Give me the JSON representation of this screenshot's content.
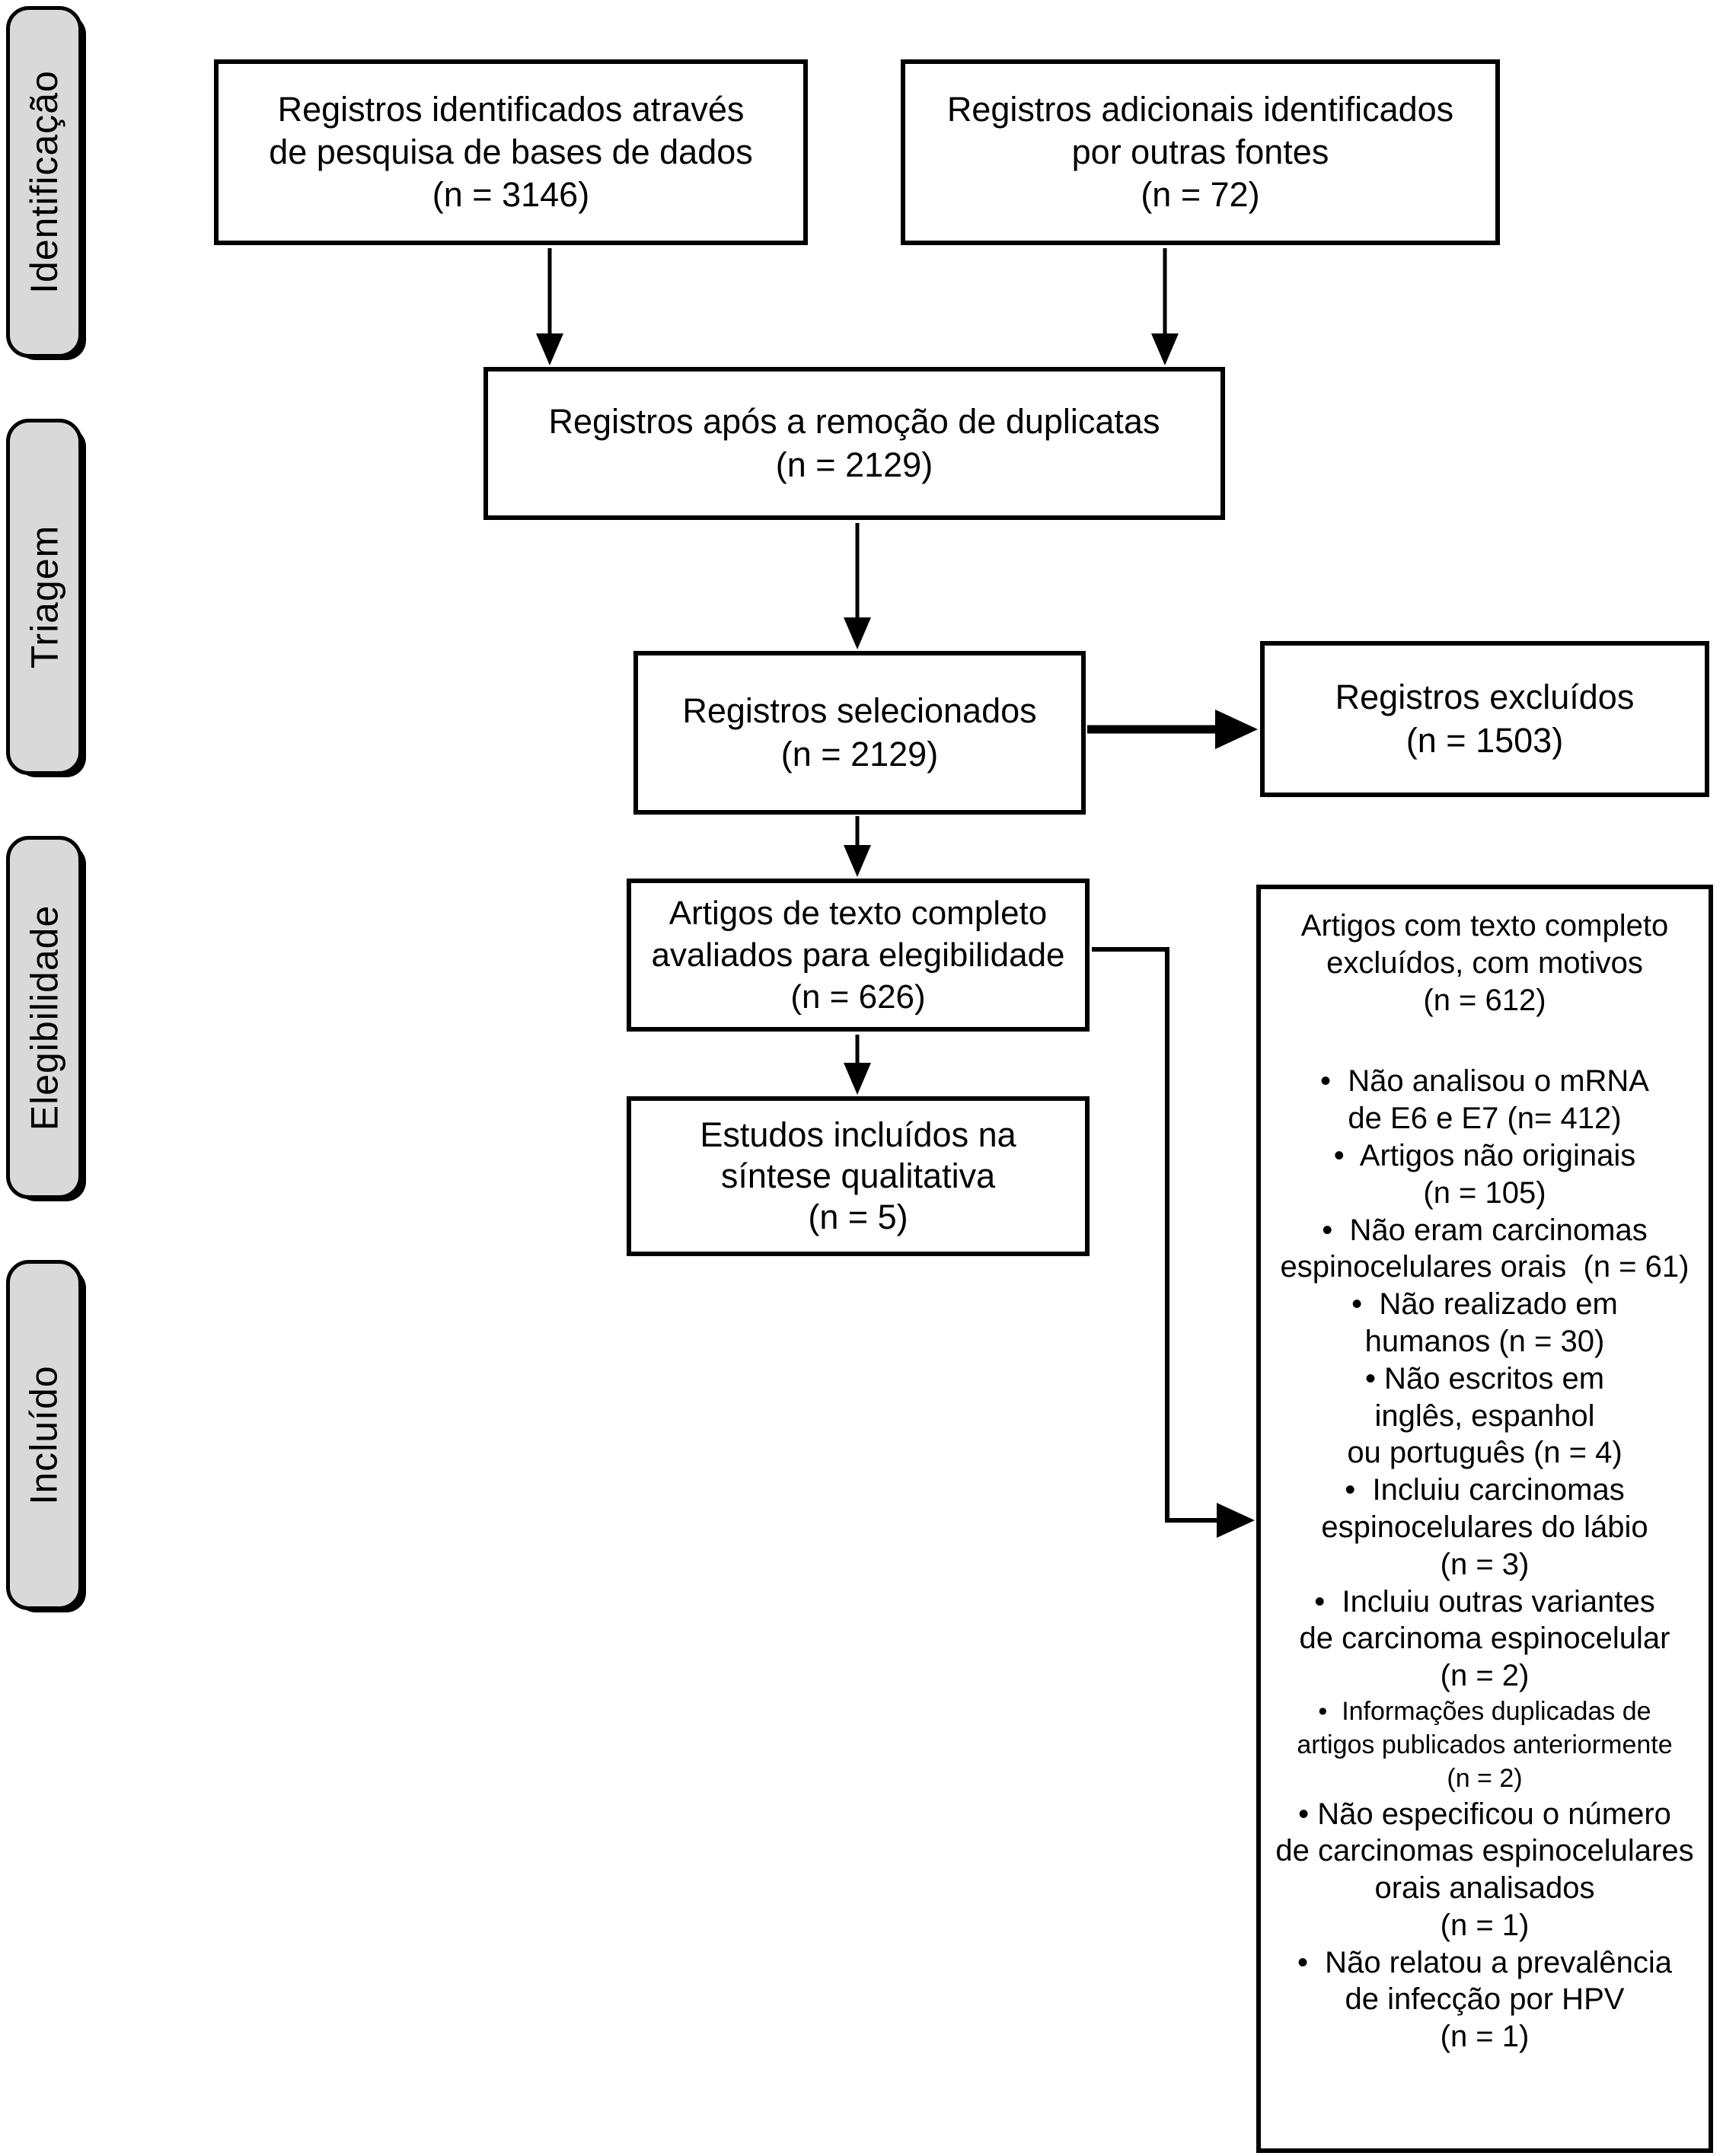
{
  "sidebar": {
    "items": [
      {
        "label": "Identificação"
      },
      {
        "label": "Triagem"
      },
      {
        "label": "Elegibilidade"
      },
      {
        "label": "Incluído"
      }
    ]
  },
  "boxes": {
    "identified": {
      "text": "Registros identificados através\nde pesquisa de bases de dados\n(n = 3146)"
    },
    "additional": {
      "text": "Registros adicionais identificados\npor outras fontes\n(n = 72)"
    },
    "deduplicated": {
      "text": "Registros após a remoção de duplicatas\n(n = 2129)"
    },
    "screened": {
      "text": "Registros selecionados\n(n = 2129)"
    },
    "excluded": {
      "text": "Registros excluídos\n(n = 1503)"
    },
    "fulltext": {
      "text": "Artigos de texto completo\navaliados para elegibilidade\n(n = 626)"
    },
    "included": {
      "text": "Estudos incluídos na\nsíntese qualitativa\n(n = 5)"
    }
  },
  "exclusion_box": {
    "title": "Artigos com texto completo\nexcluídos, com motivos\n(n = 612)",
    "reasons": [
      {
        "text": "•  Não analisou o mRNA\nde E6 e E7 (n= 412)"
      },
      {
        "text": "•  Artigos não originais\n(n = 105)"
      },
      {
        "text": "•  Não eram carcinomas\nespinocelulares orais  (n = 61)"
      },
      {
        "text": "•  Não realizado em\nhumanos (n = 30)"
      },
      {
        "text": "• Não escritos em\ninglês, espanhol\nou português (n = 4)"
      },
      {
        "text": "•  Incluiu carcinomas\nespinocelulares do lábio\n(n = 3)"
      },
      {
        "text": "•  Incluiu outras variantes\nde carcinoma espinocelular\n(n = 2)"
      },
      {
        "text": "•  Informações duplicadas de\nartigos publicados anteriormente\n(n = 2)"
      },
      {
        "text": "• Não especificou o número\nde carcinomas espinocelulares\norais analisados\n(n = 1)"
      },
      {
        "text": "•  Não relatou a prevalência\nde infecção por HPV\n(n = 1)"
      }
    ]
  },
  "colors": {
    "border": "#000000",
    "sidebar_fill": "#d9d9d9",
    "background": "#ffffff"
  }
}
